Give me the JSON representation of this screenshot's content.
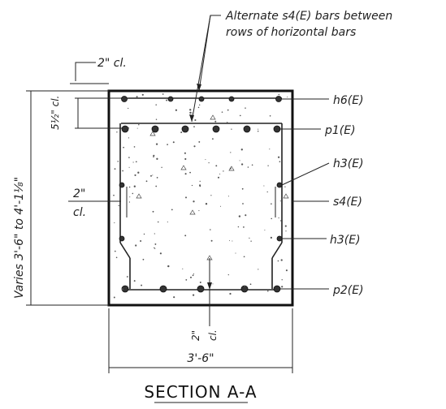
{
  "labels": {
    "note_line1": "Alternate s4(E) bars between",
    "note_line2": "rows of horizontal bars",
    "top_clear": "2\" cl.",
    "top_offset_a": "5½\" cl.",
    "left_vertical": "Varies 3'-6\" to 4'-1⅛\"",
    "left_clear_a": "2\"",
    "left_clear_b": "cl.",
    "bottom_clear_a": "2\"",
    "bottom_clear_b": "cl.",
    "width_dim": "3'-6\"",
    "h6": "h6(E)",
    "p1": "p1(E)",
    "h3_top": "h3(E)",
    "s4": "s4(E)",
    "h3_bot": "h3(E)",
    "p2": "p2(E)"
  },
  "title": "SECTION A-A"
}
